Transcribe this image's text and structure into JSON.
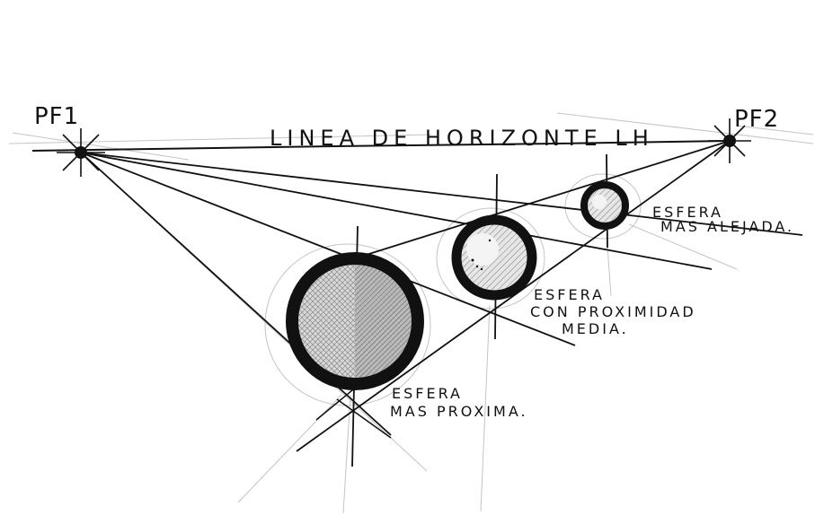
{
  "horizon": {
    "label": "LINEA DE HORIZONTE LH"
  },
  "vanishing_points": {
    "pf1": "PF1",
    "pf2": "PF2"
  },
  "spheres": {
    "far": {
      "line1": "ESFERA",
      "line2": "MAS ALEJADA."
    },
    "medium": {
      "line1": "ESFERA",
      "line2": "CON PROXIMIDAD",
      "line3": "MEDIA."
    },
    "near": {
      "line1": "ESFERA",
      "line2": "MAS PROXIMA."
    }
  },
  "colors": {
    "ink": "#111111",
    "pencil": "#bdbdbd",
    "background": "#ffffff"
  }
}
